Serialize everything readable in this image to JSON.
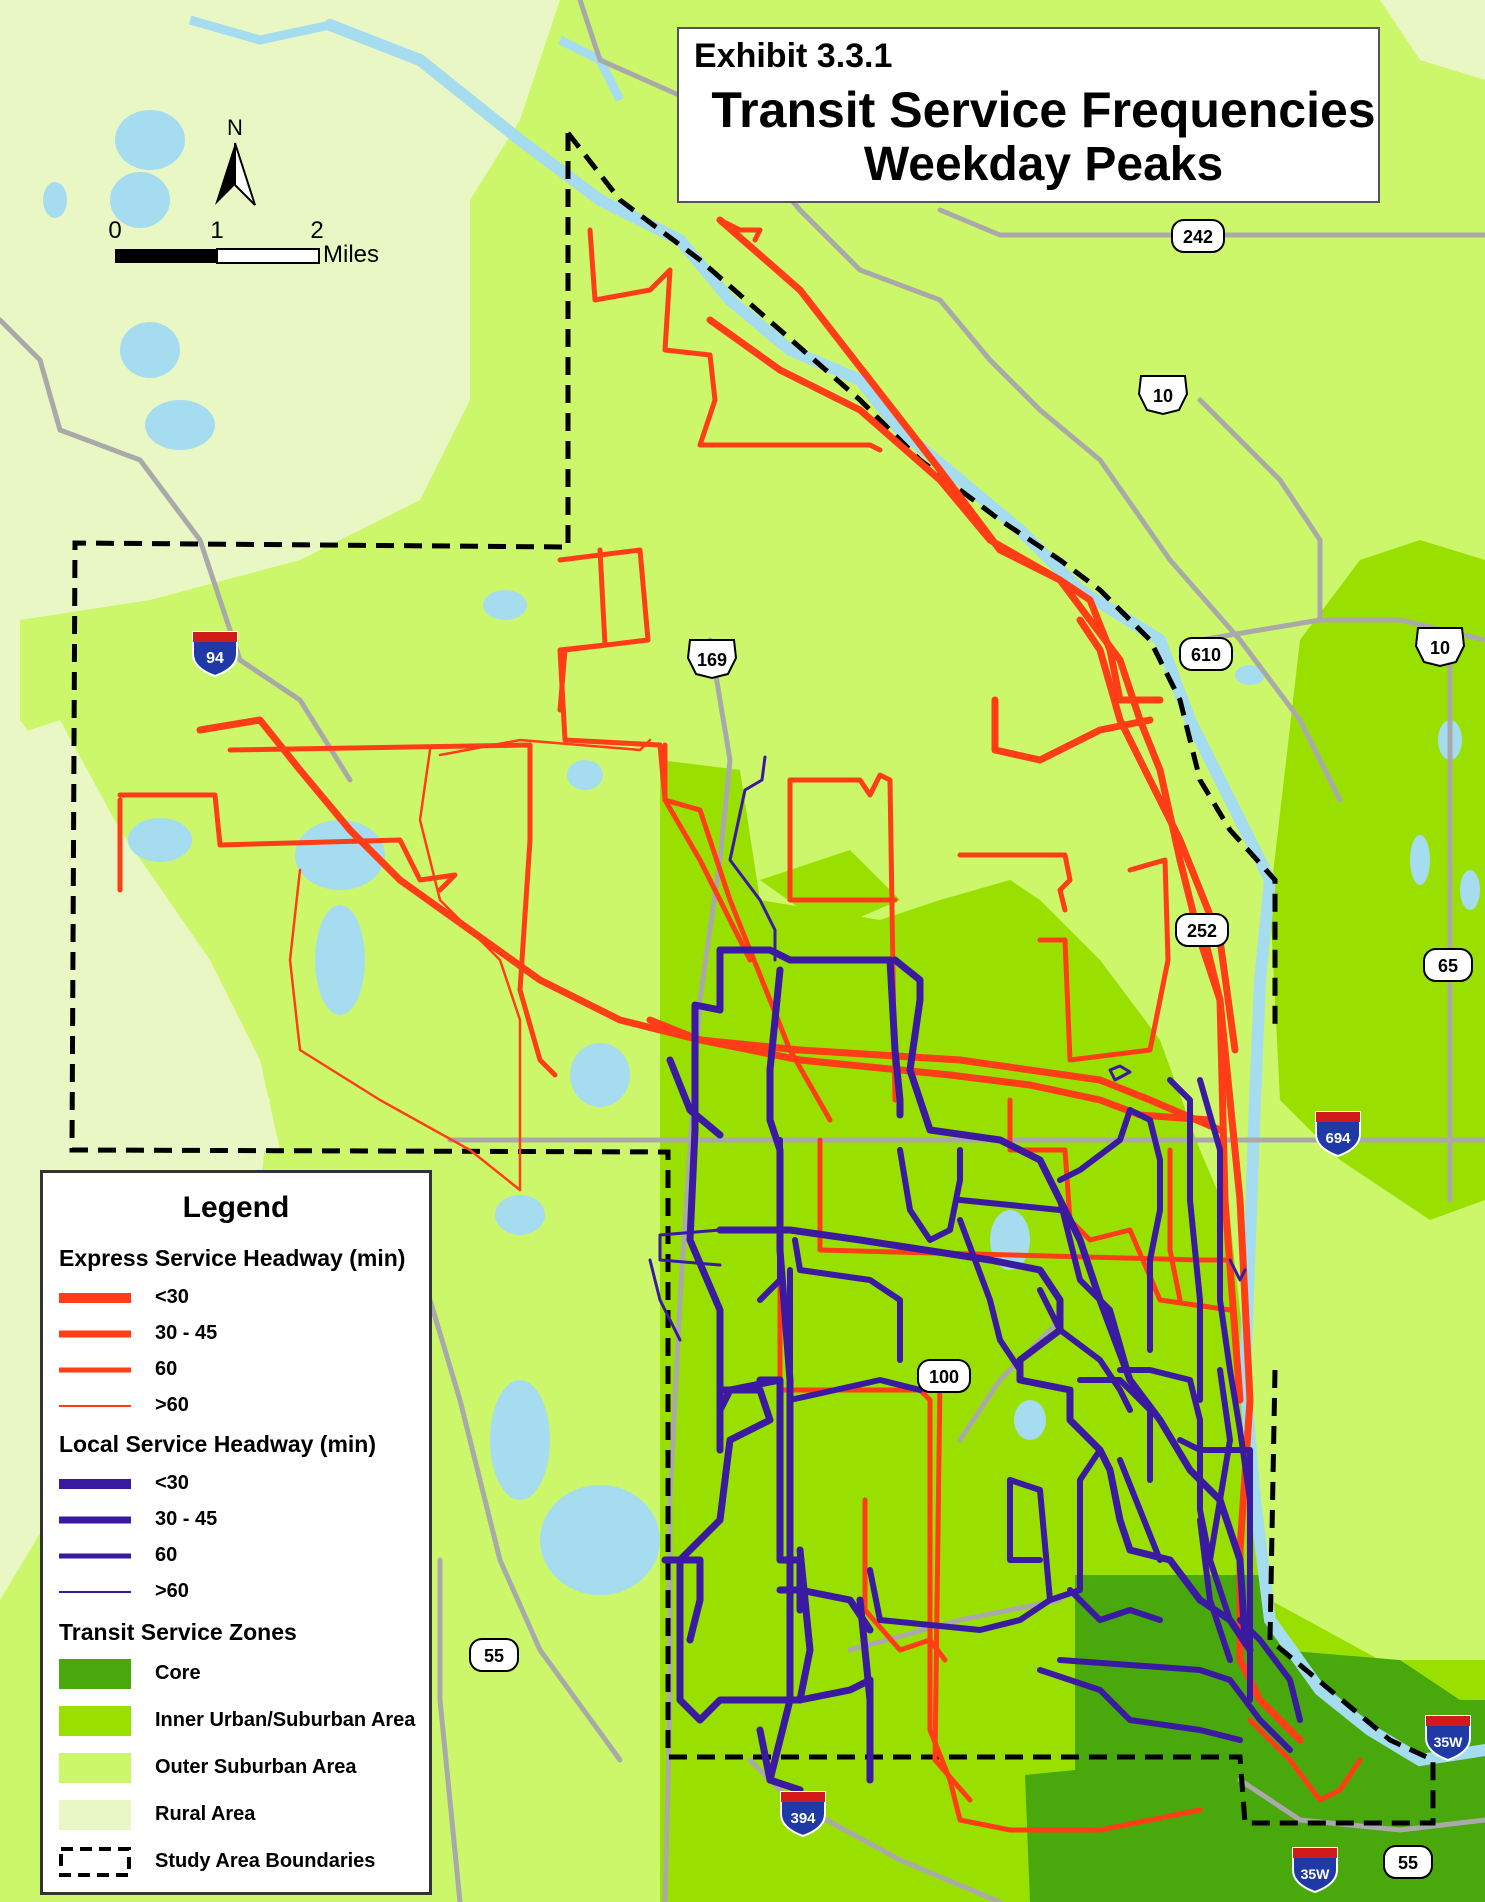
{
  "title": {
    "exhibit": "Exhibit 3.3.1",
    "line1": "Transit Service Frequencies",
    "line2": "Weekday Peaks"
  },
  "north_arrow": {
    "label": "N"
  },
  "scale_bar": {
    "ticks": [
      "0",
      "1",
      "2"
    ],
    "unit": "Miles"
  },
  "highway_shields": [
    {
      "id": "us-169",
      "label": "169",
      "type": "us"
    },
    {
      "id": "mn-242",
      "label": "242",
      "type": "state"
    },
    {
      "id": "us-10-north",
      "label": "10",
      "type": "us"
    },
    {
      "id": "mn-610",
      "label": "610",
      "type": "state"
    },
    {
      "id": "us-10-east",
      "label": "10",
      "type": "us"
    },
    {
      "id": "i-94",
      "label": "94",
      "type": "interstate"
    },
    {
      "id": "mn-252",
      "label": "252",
      "type": "state"
    },
    {
      "id": "mn-65",
      "label": "65",
      "type": "state"
    },
    {
      "id": "i-694",
      "label": "694",
      "type": "interstate"
    },
    {
      "id": "mn-100",
      "label": "100",
      "type": "state"
    },
    {
      "id": "mn-55-west",
      "label": "55",
      "type": "state"
    },
    {
      "id": "i-394",
      "label": "394",
      "type": "interstate"
    },
    {
      "id": "i-35w-east",
      "label": "35W",
      "type": "interstate"
    },
    {
      "id": "i-35w-south",
      "label": "35W",
      "type": "interstate"
    },
    {
      "id": "mn-55-south",
      "label": "55",
      "type": "state"
    }
  ],
  "legend": {
    "title": "Legend",
    "express_heading": "Express Service Headway (min)",
    "express": [
      "<30",
      "30 - 45",
      "60",
      ">60"
    ],
    "local_heading": "Local Service Headway (min)",
    "local": [
      "<30",
      "30 - 45",
      "60",
      ">60"
    ],
    "zones_heading": "Transit Service Zones",
    "zones": [
      {
        "label": "Core",
        "color": "#48a80c"
      },
      {
        "label": "Inner Urban/Suburban Area",
        "color": "#99e000"
      },
      {
        "label": "Outer Suburban Area",
        "color": "#cdf76a"
      },
      {
        "label": "Rural Area",
        "color": "#e8f7c4"
      }
    ],
    "boundary_label": "Study Area Boundaries"
  },
  "colors": {
    "express": "#ff3d17",
    "local": "#3a1aa0",
    "water": "#a6dcef",
    "road": "#a9a9a9",
    "boundary": "#000000"
  }
}
